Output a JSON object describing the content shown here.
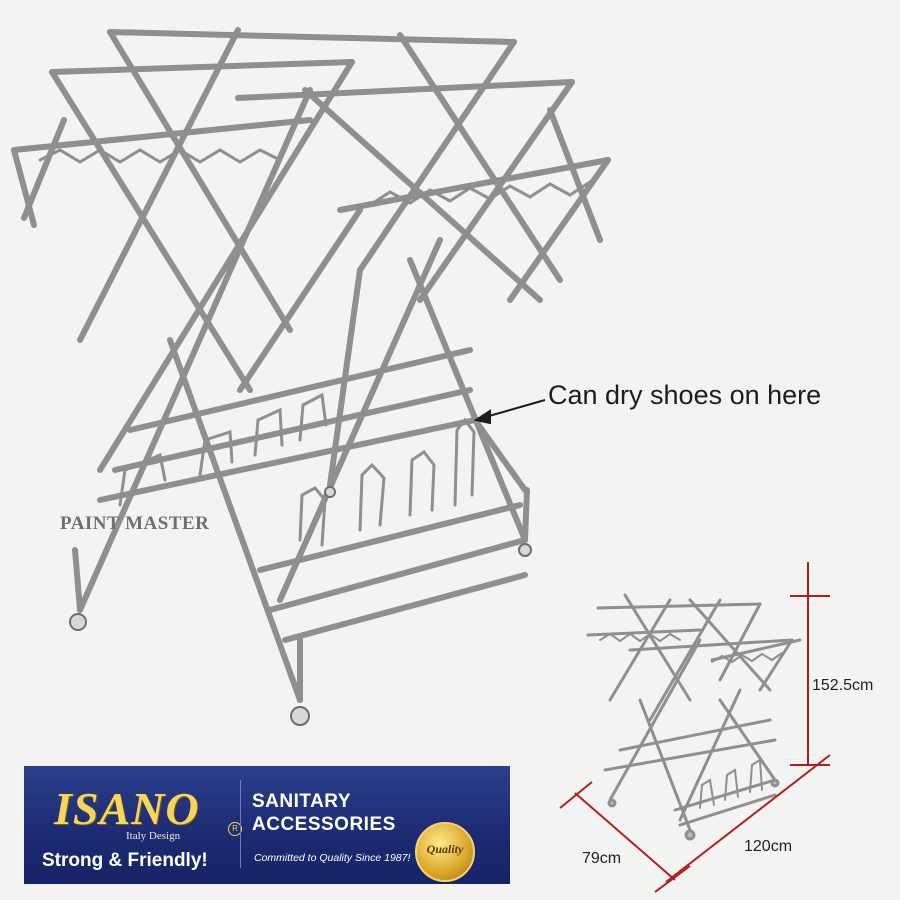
{
  "callout": {
    "text": "Can dry shoes on here"
  },
  "watermark": {
    "text": "PAINT MASTER"
  },
  "dimensions": {
    "height": "152.5cm",
    "depth": "79cm",
    "width": "120cm"
  },
  "banner": {
    "brand": "ISANO",
    "brand_subtitle": "Italy Design",
    "slogan": "Strong & Friendly!",
    "category_line1": "SANITARY",
    "category_line2": "ACCESSORIES",
    "commitment": "Committed to Quality Since 1987!",
    "seal_text": "Quality",
    "colors": {
      "background": "#1f2e78",
      "brand": "#f4d65a",
      "seal": "#d9a62a"
    }
  },
  "colors": {
    "rack_metal": "#9a9a9a",
    "dimension_lines": "#b21f1f",
    "arrow": "#1d1d1d"
  }
}
